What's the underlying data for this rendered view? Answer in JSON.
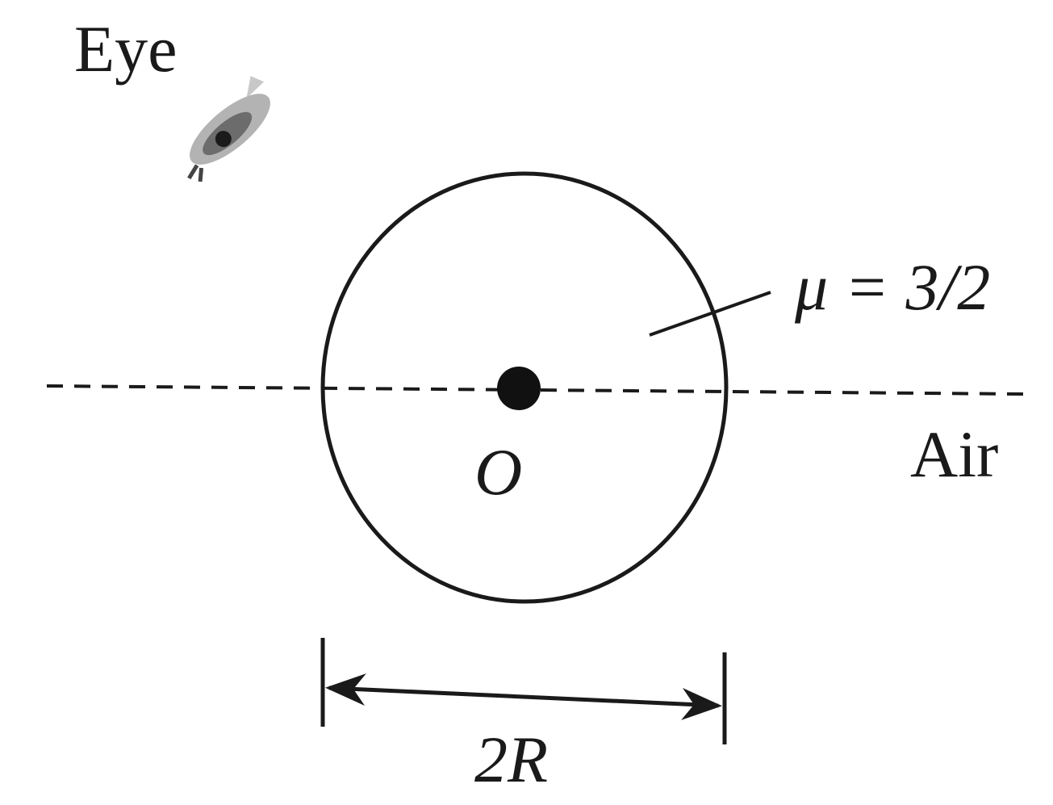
{
  "labels": {
    "eye": "Eye",
    "mu": "μ = 3/2",
    "air": "Air",
    "center": "O",
    "diameter": "2R"
  },
  "icons": {
    "eye": "eye-icon"
  },
  "colors": {
    "ink": "#1a1a1a",
    "background": "#ffffff"
  }
}
